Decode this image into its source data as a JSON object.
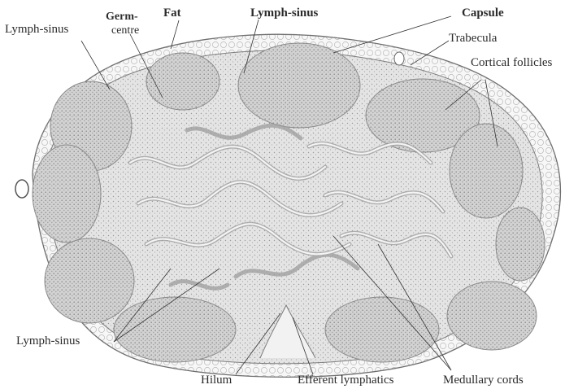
{
  "figure": {
    "labels": {
      "lymph_sinus_top_left": "Lymph-sinus",
      "germ_centre_line1": "Germ-",
      "germ_centre_line2": "centre",
      "fat": "Fat",
      "lymph_sinus_top": "Lymph-sinus",
      "capsule": "Capsule",
      "trabecula": "Trabecula",
      "cortical_follicles": "Cortical follicles",
      "lymph_sinus_bottom_left": "Lymph-sinus",
      "hilum": "Hilum",
      "efferent_lymphatics": "Efferent lymphatics",
      "medullary_cords": "Medullary cords"
    },
    "colors": {
      "ink": "#2b2b2b",
      "tissue_light": "#e9e9e9",
      "tissue_mid": "#d7d7d7",
      "tissue_dark": "#c7c7c7"
    }
  }
}
